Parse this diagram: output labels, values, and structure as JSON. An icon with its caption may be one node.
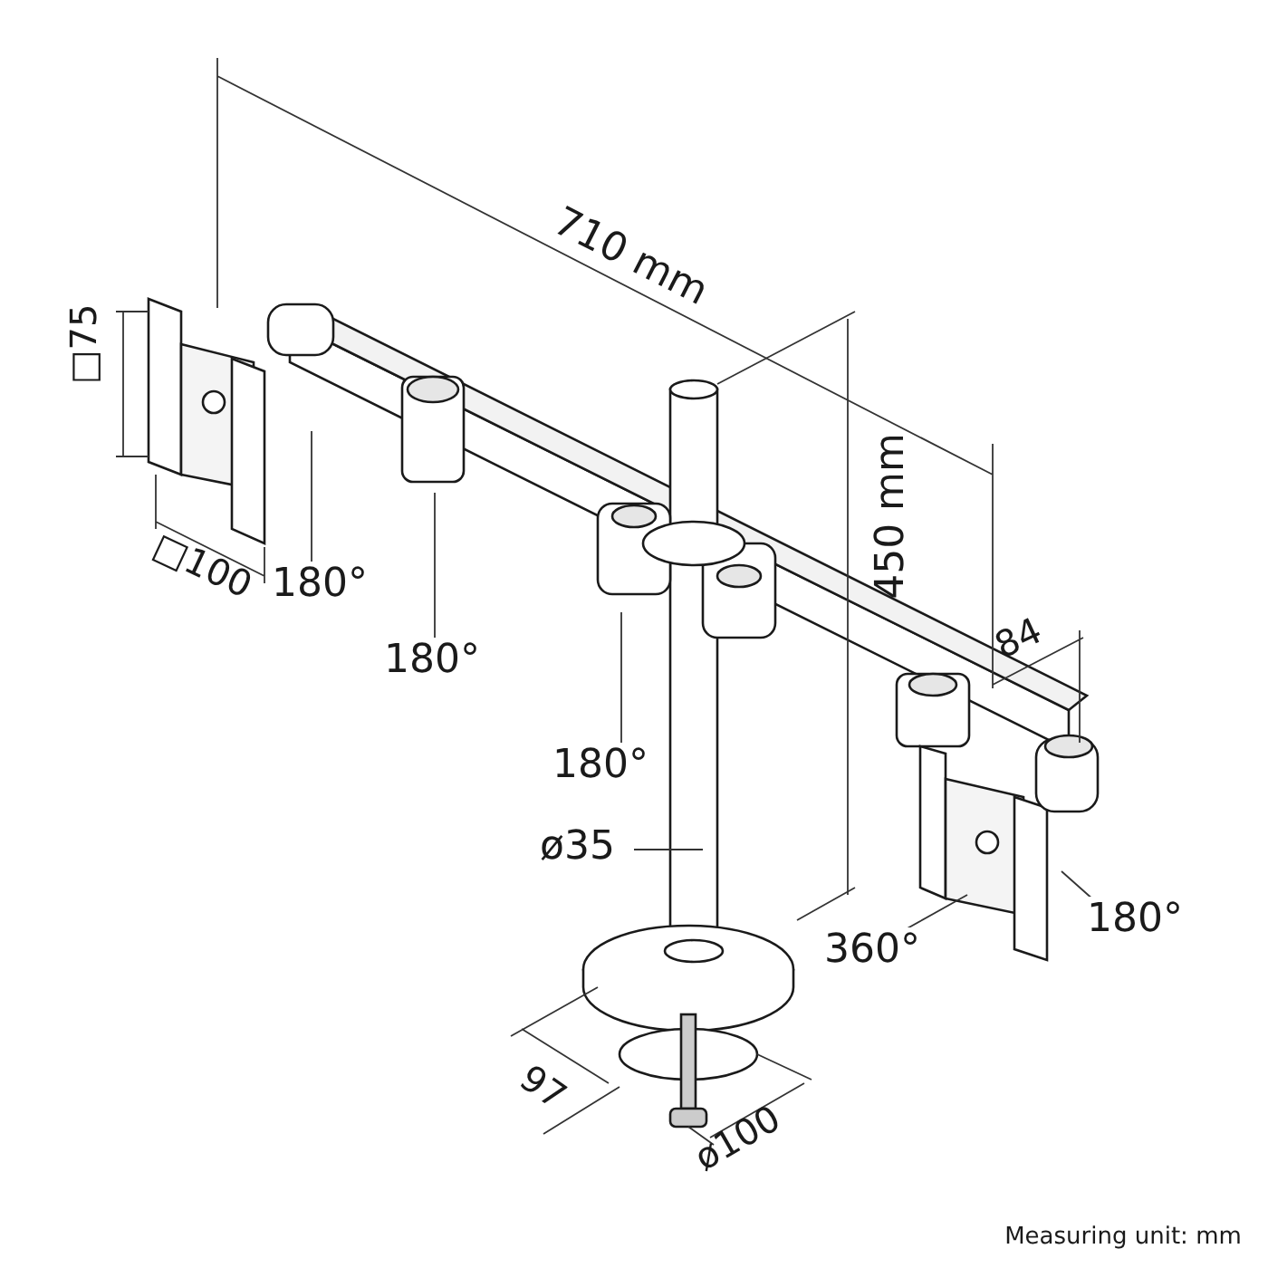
{
  "diagram": {
    "nodes": [
      {
        "text": [
          "180°"
        ]
      },
      {
        "text": [
          "180°"
        ]
      },
      {
        "text": [
          "180°"
        ]
      },
      {
        "text": [
          "ø35"
        ]
      },
      {
        "text": [
          "360°"
        ]
      },
      {
        "text": [
          "180°"
        ]
      }
    ],
    "edges": [
      {
        "from": 0,
        "to": null,
        "arrow": "none"
      },
      {
        "from": 1,
        "to": null,
        "arrow": "none"
      },
      {
        "from": 2,
        "to": null,
        "arrow": "none"
      },
      {
        "from": 3,
        "to": null,
        "arrow": "none"
      },
      {
        "from": 4,
        "to": null,
        "arrow": "none"
      },
      {
        "from": 5,
        "to": null,
        "arrow": "none"
      }
    ],
    "labels": [
      "□75",
      "710 mm",
      "450 mm",
      "84",
      "□100",
      "97",
      "ø100",
      "Measuring unit: mm"
    ]
  }
}
